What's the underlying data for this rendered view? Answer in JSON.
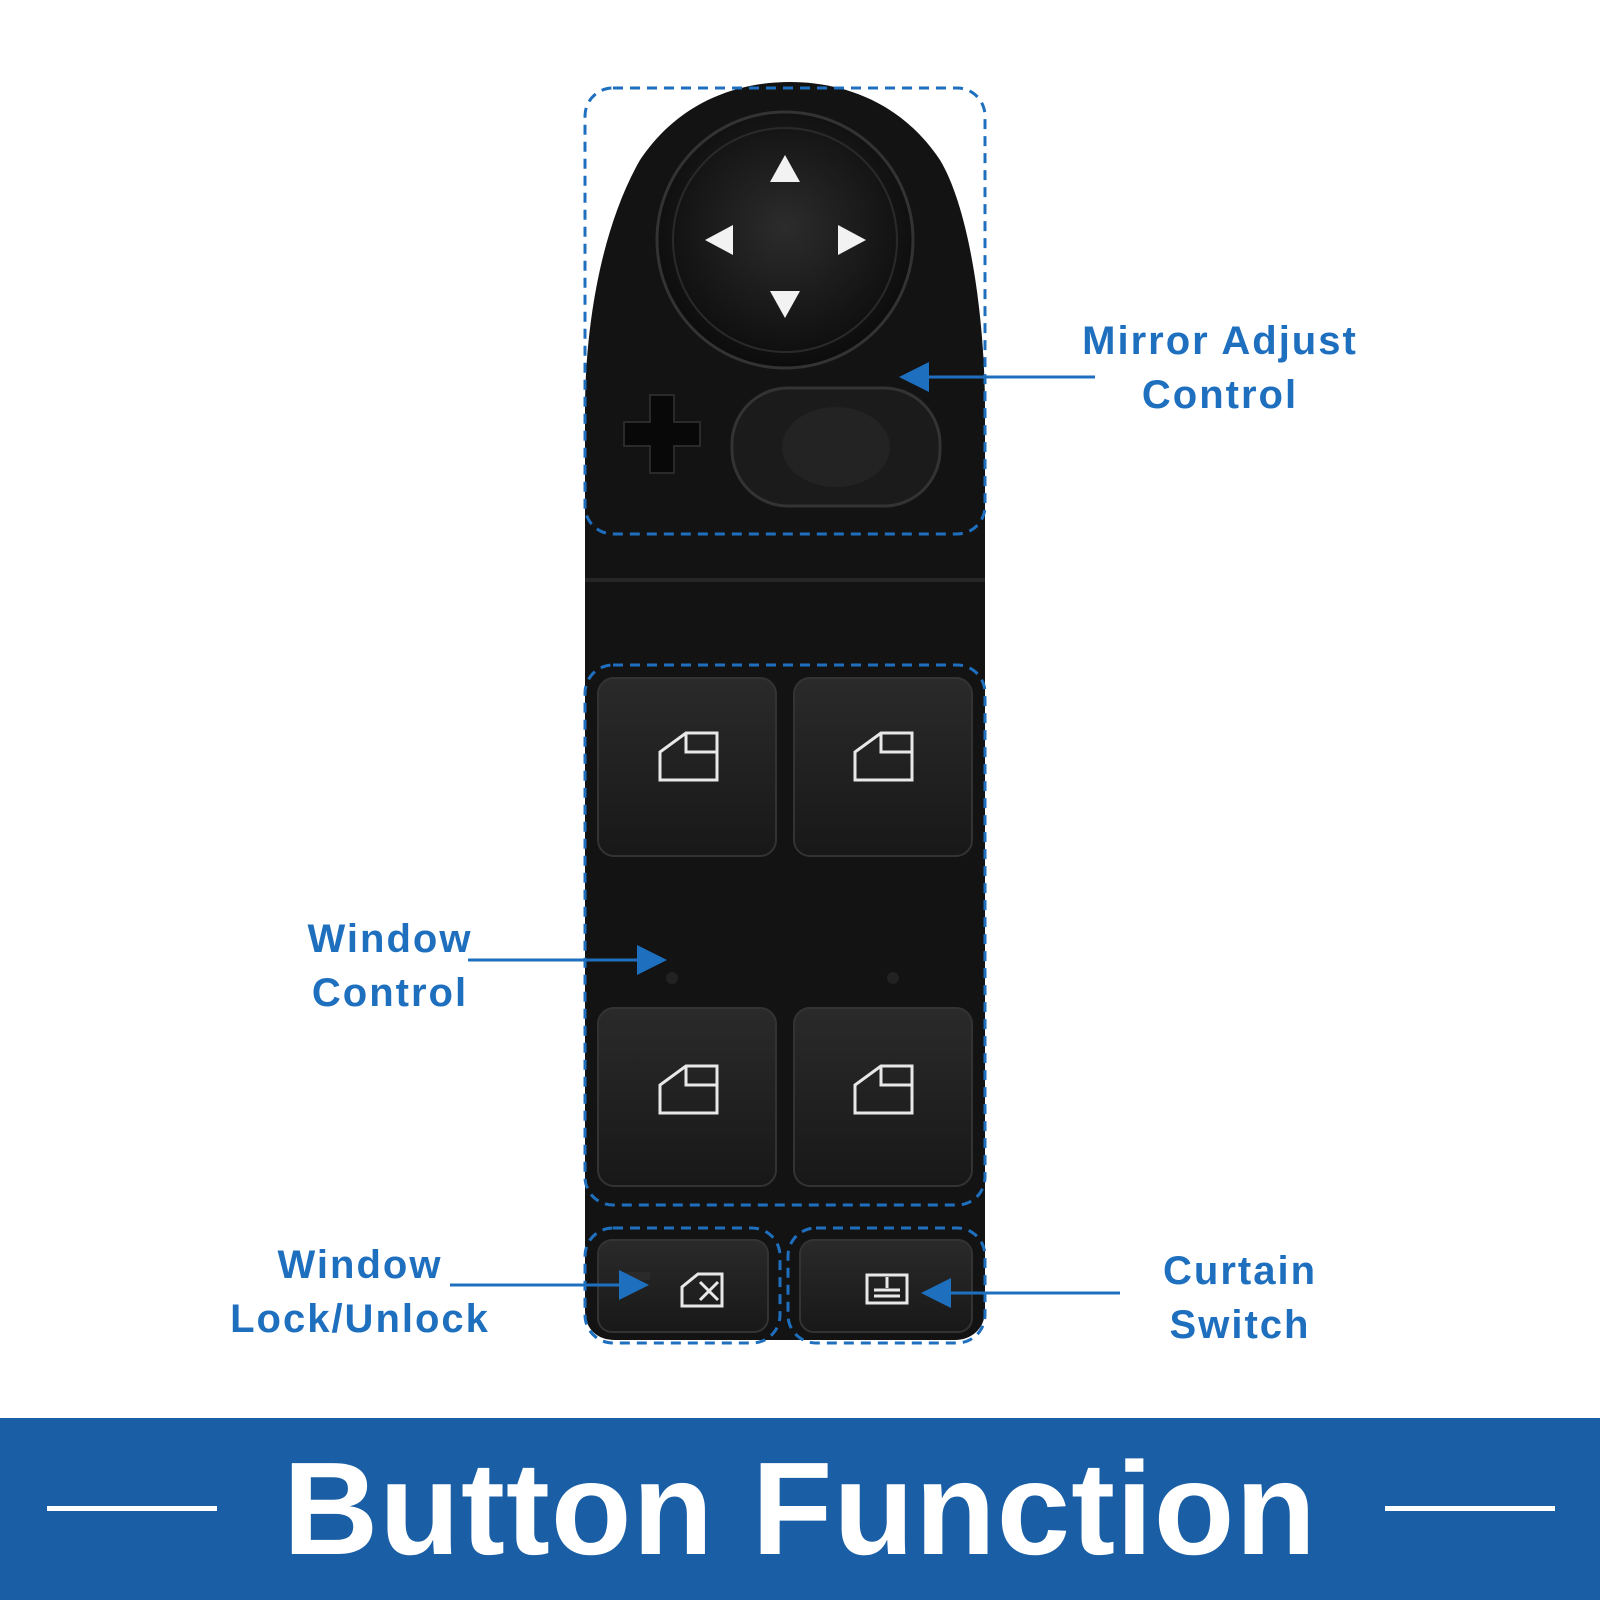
{
  "labels": {
    "mirror": {
      "line1": "Mirror Adjust",
      "line2": "Control"
    },
    "window": {
      "line1": "Window",
      "line2": "Control"
    },
    "lock": {
      "line1": "Window",
      "line2": "Lock/Unlock"
    },
    "curtain": {
      "line1": "Curtain",
      "line2": "Switch"
    }
  },
  "banner": {
    "title": "Button Function"
  },
  "colors": {
    "accent": "#1f6fbf",
    "banner": "#1a5fa6",
    "panel": "#121212"
  },
  "icons": [
    "mirror-joystick-icon",
    "window-icon",
    "window-lock-icon",
    "curtain-icon"
  ]
}
